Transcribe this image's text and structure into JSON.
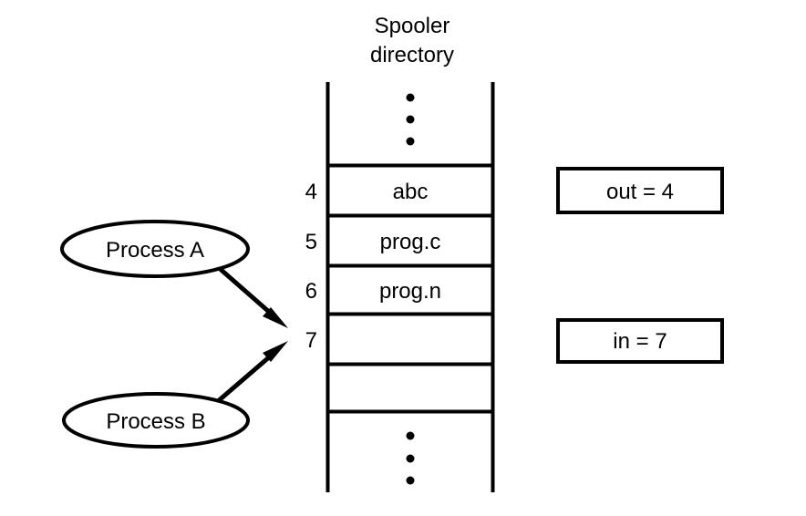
{
  "diagram": {
    "title_line1": "Spooler",
    "title_line2": "directory",
    "table": {
      "top_ellipsis_dots": 3,
      "bottom_ellipsis_dots": 3,
      "rows": [
        {
          "index": "4",
          "value": "abc"
        },
        {
          "index": "5",
          "value": "prog.c"
        },
        {
          "index": "6",
          "value": "prog.n"
        },
        {
          "index": "7",
          "value": ""
        },
        {
          "index": "",
          "value": ""
        }
      ]
    },
    "variables": [
      {
        "label": "out = 4"
      },
      {
        "label": "in = 7"
      }
    ],
    "processes": [
      {
        "label": "Process A"
      },
      {
        "label": "Process B"
      }
    ],
    "colors": {
      "stroke": "#000000",
      "background": "#ffffff",
      "text": "#000000"
    }
  }
}
